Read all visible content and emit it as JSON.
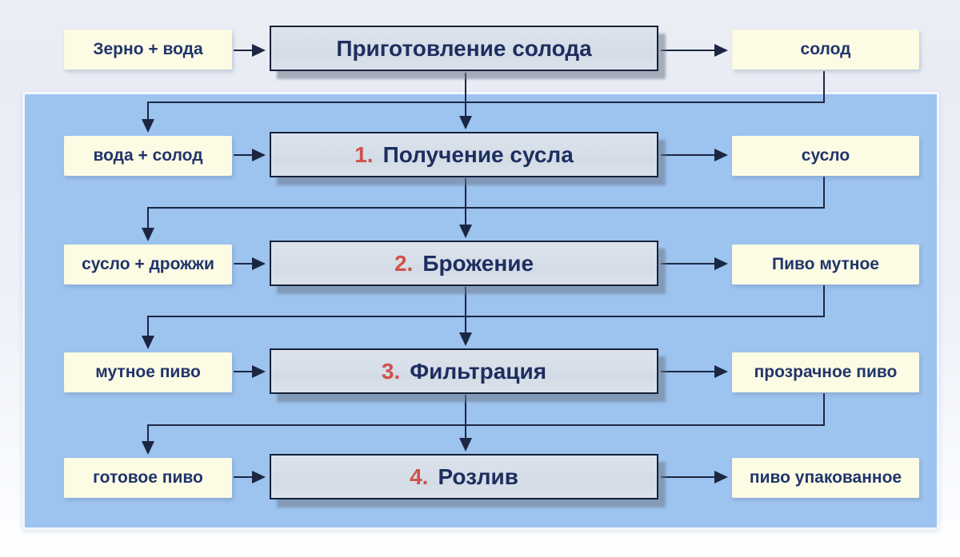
{
  "diagram": {
    "subject": "beer-production-flowchart",
    "palette": {
      "panel_bg": "#9dc3ef",
      "io_box_bg": "#fcfbe4",
      "process_box_bg": "#d7dfe8",
      "process_border": "#16213a",
      "io_text": "#21356b",
      "process_text": "#1d2e5f",
      "number_red": "#cf5149",
      "connector": "#1b2742"
    },
    "rows": [
      {
        "id": "malt-preparation",
        "input": "Зерно + вода",
        "number": "",
        "process": "Приготовление солода",
        "output": "солод"
      },
      {
        "id": "wort-production",
        "input": "вода + солод",
        "number": "1.",
        "process": "Получение сусла",
        "output": "сусло"
      },
      {
        "id": "fermentation",
        "input": "сусло + дрожжи",
        "number": "2.",
        "process": "Брожение",
        "output": "Пиво мутное"
      },
      {
        "id": "filtration",
        "input": "мутное пиво",
        "number": "3.",
        "process": "Фильтрация",
        "output": "прозрачное пиво"
      },
      {
        "id": "bottling",
        "input": "готовое пиво",
        "number": "4.",
        "process": "Розлив",
        "output": "пиво упакованное"
      }
    ]
  }
}
